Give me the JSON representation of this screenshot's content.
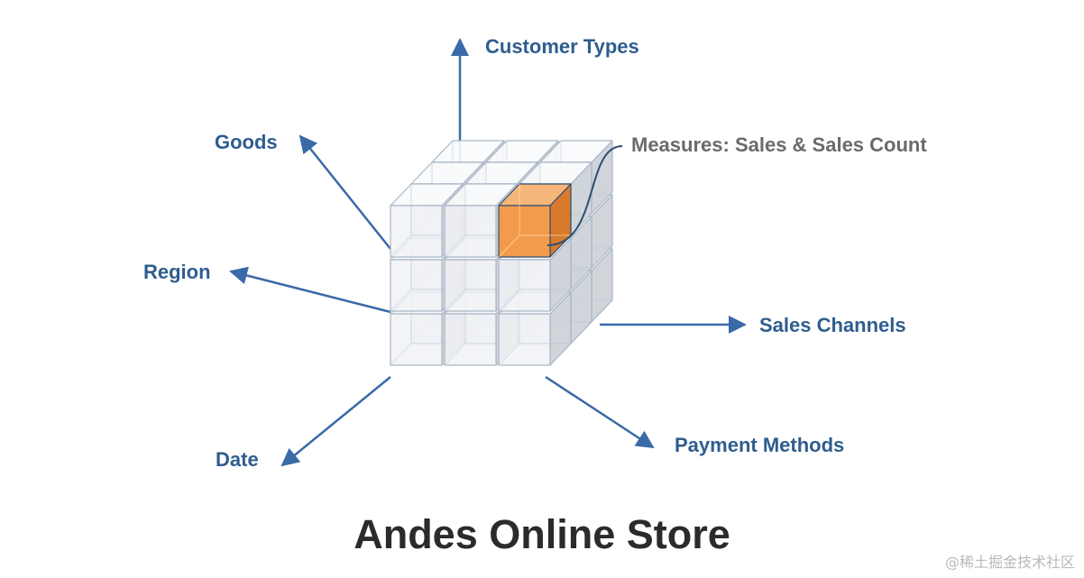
{
  "title": "Andes Online Store",
  "axes": {
    "customer_types": "Customer Types",
    "goods": "Goods",
    "region": "Region",
    "sales_channels": "Sales Channels",
    "date": "Date",
    "payment_methods": "Payment Methods"
  },
  "measures_label": "Measures: Sales & Sales Count",
  "watermark": "@稀土掘金技术社区",
  "colors": {
    "axis": "#3a6aa8",
    "axis_label": "#2f5d8f",
    "cube_face": "#f1f2f4",
    "cube_edge": "#a9b6c6",
    "highlight": "#f39b4c",
    "highlight_edge": "#2c4f73",
    "title": "#2b2b2b"
  }
}
